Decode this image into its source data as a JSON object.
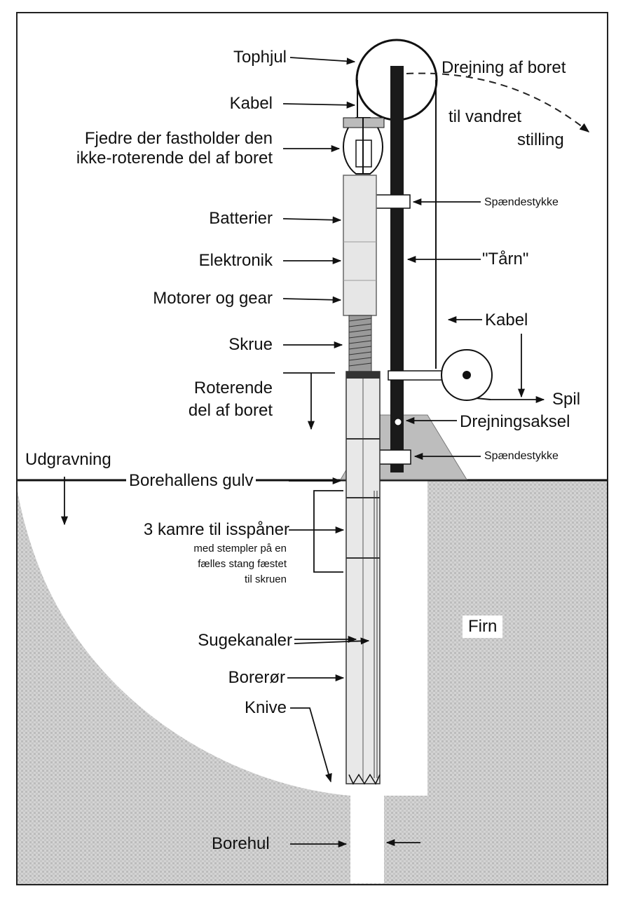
{
  "labels": {
    "tophjul": "Tophjul",
    "kabel_top": "Kabel",
    "fjedre_line1": "Fjedre der fastholder den",
    "fjedre_line2": "ikke-roterende del af boret",
    "batterier": "Batterier",
    "elektronik": "Elektronik",
    "motorer": "Motorer og gear",
    "skrue": "Skrue",
    "roterende_line1": "Roterende",
    "roterende_line2": "del af boret",
    "udgravning": "Udgravning",
    "borehallens_gulv": "Borehallens gulv",
    "kamre_main": "3 kamre til isspåner",
    "kamre_sub1": "med stempler på en",
    "kamre_sub2": "fælles stang fæstet",
    "kamre_sub3": "til skruen",
    "sugekanaler": "Sugekanaler",
    "borerør": "Borerør",
    "knive": "Knive",
    "borehul": "Borehul",
    "drejning_line1": "Drejning af boret",
    "drejning_line2": "til vandret",
    "drejning_line3": "stilling",
    "spaendestykke_top": "Spændestykke",
    "taarn": "\"Tårn\"",
    "kabel_right": "Kabel",
    "spil": "Spil",
    "drejningsaksel": "Drejningsaksel",
    "spaendestykke_bottom": "Spændestykke",
    "firn": "Firn"
  }
}
